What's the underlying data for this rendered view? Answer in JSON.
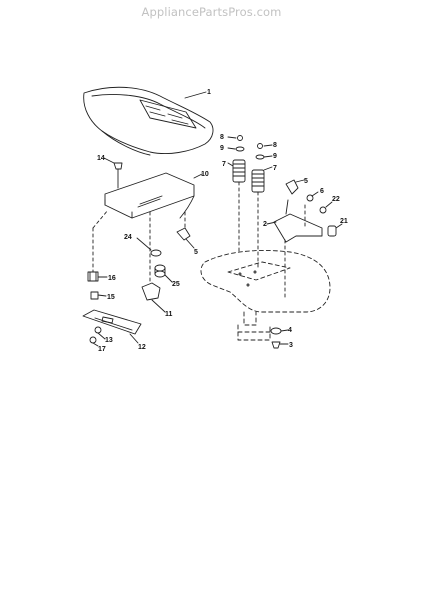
{
  "header": {
    "watermark": "AppliancePartsPros.com"
  },
  "callouts": {
    "c1": "1",
    "c2": "2",
    "c3": "3",
    "c4": "4",
    "c5a": "5",
    "c5b": "5",
    "c6": "6",
    "c7a": "7",
    "c7b": "7",
    "c8a": "8",
    "c8b": "8",
    "c9a": "9",
    "c9b": "9",
    "c10": "10",
    "c11": "11",
    "c12": "12",
    "c13": "13",
    "c14": "14",
    "c15": "15",
    "c16": "16",
    "c17": "17",
    "c21": "21",
    "c22": "22",
    "c24": "24",
    "c25": "25"
  }
}
